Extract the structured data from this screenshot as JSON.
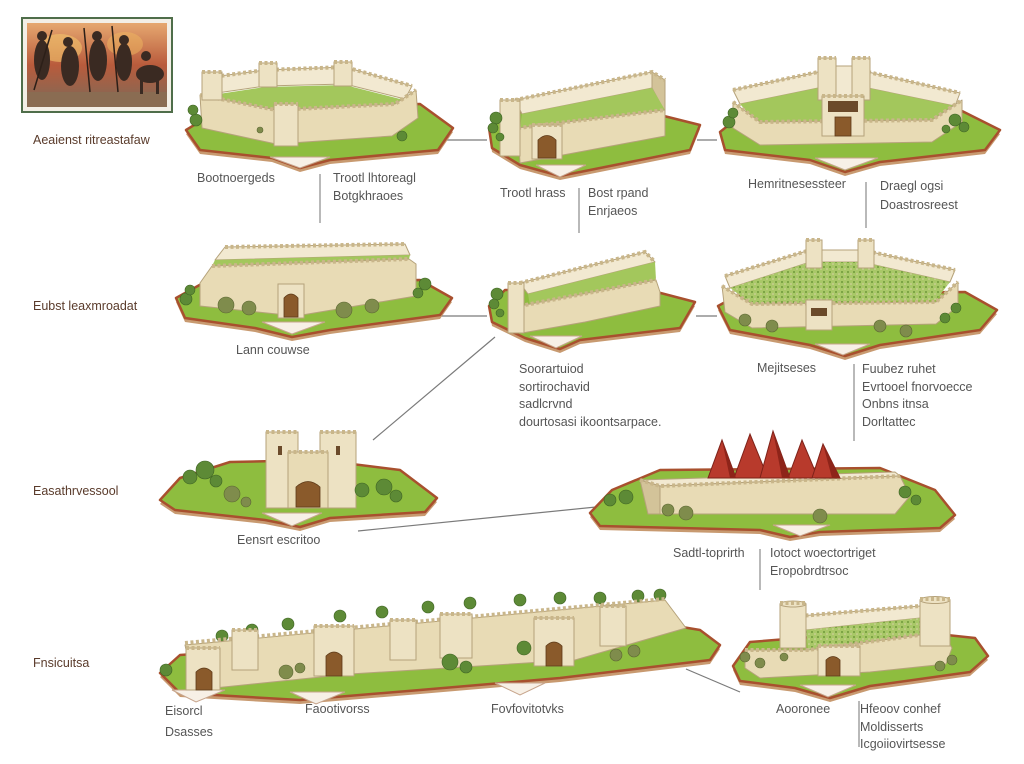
{
  "colors": {
    "wall": "#e8dbb5",
    "wall_back": "#f2e9d1",
    "wall_shade": "#d3c399",
    "grass": "#8ebd3f",
    "court": "#a3c75c",
    "island_edge": "#a8502e",
    "roof": "#b83a2c",
    "tree": "#5d8a36",
    "gate": "#8a5a2b",
    "text": "#555555",
    "connector": "#7a7a7a"
  },
  "rows": [
    {
      "label": "Aeaienst ritreastafaw",
      "captions": [
        {
          "lines": [
            "Bootnoergeds"
          ]
        },
        {
          "lines": [
            "Trootl lhtoreagl",
            "Botgkhraoes"
          ]
        },
        {
          "lines": [
            "Trootl hrass"
          ]
        },
        {
          "lines": [
            "Bost rpand",
            "Enrjaeos"
          ]
        },
        {
          "lines": [
            "Hemritnesessteer"
          ]
        },
        {
          "lines": [
            "Draegl ogsi",
            "Doastrosreest"
          ]
        }
      ]
    },
    {
      "label": "Eubst leaxmroadat",
      "captions": [
        {
          "lines": [
            "Lann couwse"
          ]
        },
        {
          "lines": [
            "Soorartuiod",
            "sortirochavid",
            "sadlcrvnd",
            "dourtosasi ikoontsarpace."
          ]
        },
        {
          "lines": [
            "Mejitseses"
          ]
        },
        {
          "lines": [
            "Fuubez ruhet",
            "Evrtooel fnorvoecce",
            "Onbns itnsa",
            "Dorltattec"
          ]
        }
      ]
    },
    {
      "label": "Easathrvessool",
      "captions": [
        {
          "lines": [
            "Eensrt escritoo"
          ]
        },
        {
          "lines": [
            "Sadtl-toprirth"
          ]
        },
        {
          "lines": [
            "Iotoct woectortriget",
            "Eropobrdtrsoc"
          ]
        }
      ]
    },
    {
      "label": "Fnsicuitsa",
      "captions": [
        {
          "lines": [
            "Eisorcl",
            "Dsasses"
          ]
        },
        {
          "lines": [
            "Faootivorss"
          ]
        },
        {
          "lines": [
            "Fovfovitotvks"
          ]
        },
        {
          "lines": [
            "Aooronee"
          ]
        },
        {
          "lines": [
            "Hfeoov conhef",
            "Moldisserts",
            "Icgoiiovirtsesse"
          ]
        }
      ]
    }
  ]
}
